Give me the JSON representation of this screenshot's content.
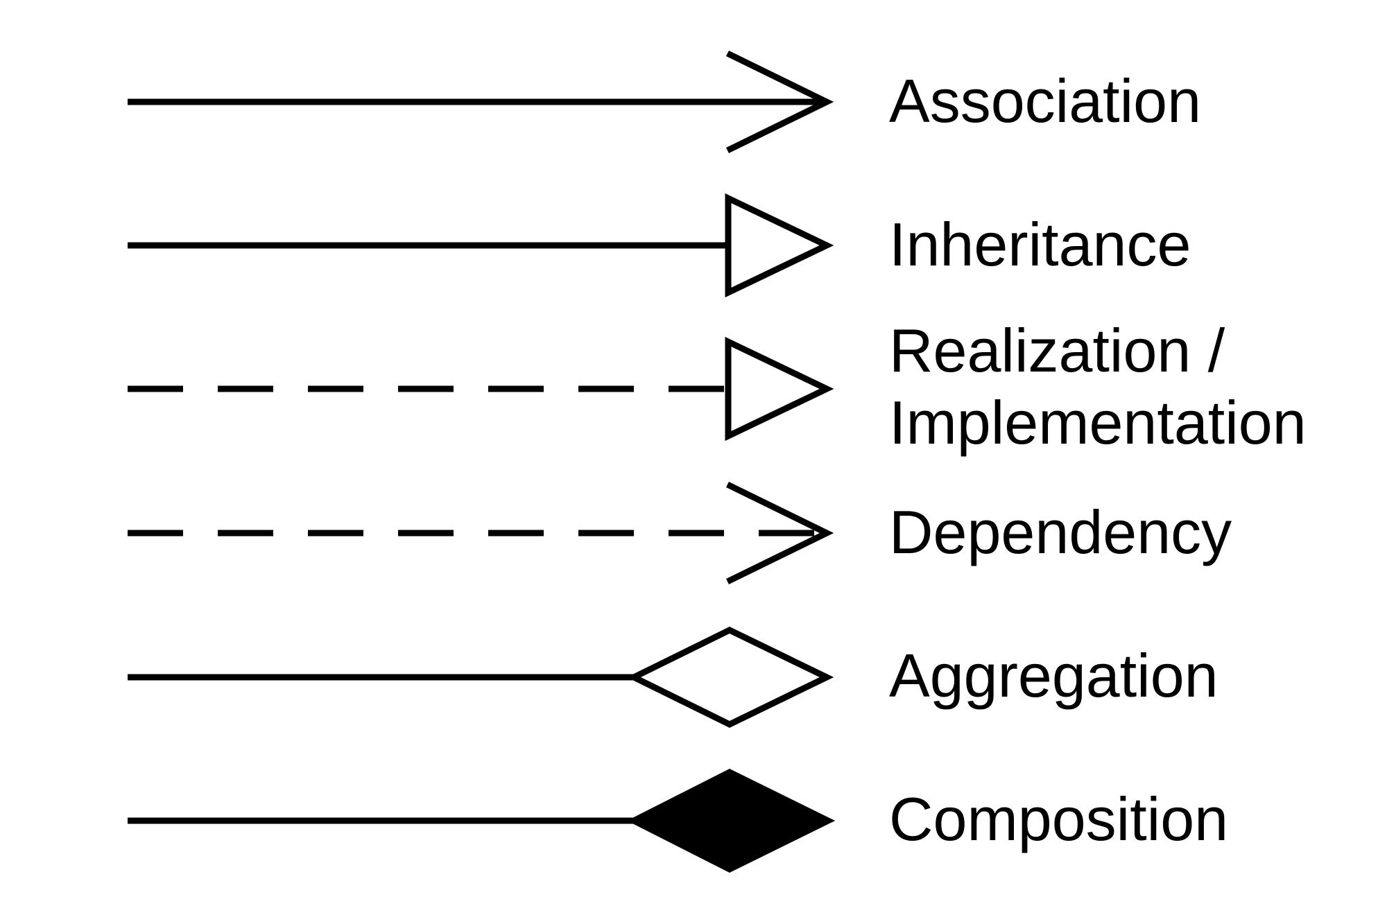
{
  "colors": {
    "stroke": "#000000",
    "background": "#ffffff"
  },
  "relationships": [
    {
      "id": "association",
      "label": "Association",
      "line": "solid",
      "head": "open-arrow"
    },
    {
      "id": "inheritance",
      "label": "Inheritance",
      "line": "solid",
      "head": "hollow-triangle"
    },
    {
      "id": "realization",
      "label_lines": [
        "Realization /",
        "Implementation"
      ],
      "line": "dashed",
      "head": "hollow-triangle"
    },
    {
      "id": "dependency",
      "label": "Dependency",
      "line": "dashed",
      "head": "open-arrow"
    },
    {
      "id": "aggregation",
      "label": "Aggregation",
      "line": "solid",
      "head": "hollow-diamond"
    },
    {
      "id": "composition",
      "label": "Composition",
      "line": "solid",
      "head": "filled-diamond"
    }
  ]
}
